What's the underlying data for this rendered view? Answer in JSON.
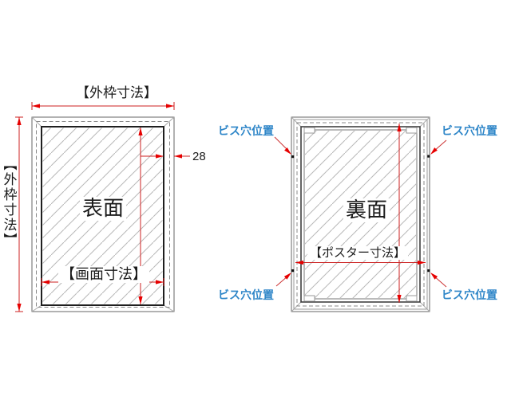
{
  "front_view": {
    "title": "表面",
    "outer_frame_width_label": "【外枠寸法】",
    "outer_frame_height_label": "【外枠寸法】",
    "screen_size_label": "【画面寸法】",
    "frame_border_width_mm": "28"
  },
  "back_view": {
    "title": "裏面",
    "poster_size_label": "【ポスター寸法】",
    "screw_hole_labels": {
      "top_left": "ビス穴位置",
      "top_right": "ビス穴位置",
      "bottom_left": "ビス穴位置",
      "bottom_right": "ビス穴位置"
    }
  },
  "colors": {
    "dimension_red": "#cc2222",
    "arrowhead_red": "#e60000",
    "screw_label_blue": "#2e86c8",
    "frame_line": "#666666",
    "hatch_line": "#b8b8b8"
  }
}
